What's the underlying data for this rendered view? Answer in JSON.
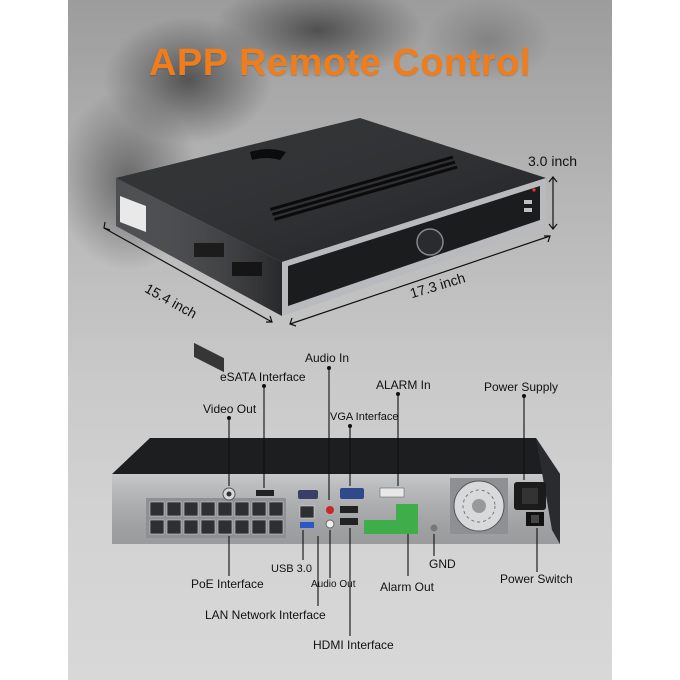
{
  "title": "APP Remote Control",
  "dimensions": {
    "height": "3.0 inch",
    "depth": "15.4 inch",
    "width": "17.3 inch"
  },
  "labels": {
    "audio_in": "Audio In",
    "esata": "eSATA Interface",
    "alarm_in": "ALARM In",
    "power_supply": "Power Supply",
    "video_out": "Video Out",
    "vga": "VGA Interface",
    "poe": "PoE Interface",
    "usb": "USB 3.0",
    "audio_out": "Audio Out",
    "alarm_out": "Alarm Out",
    "gnd": "GND",
    "power_switch": "Power Switch",
    "lan": "LAN Network Interface",
    "hdmi": "HDMI Interface"
  },
  "colors": {
    "title": "#f07d1c",
    "chassis": "#1d1e20",
    "panel": "#b4b6b8"
  }
}
